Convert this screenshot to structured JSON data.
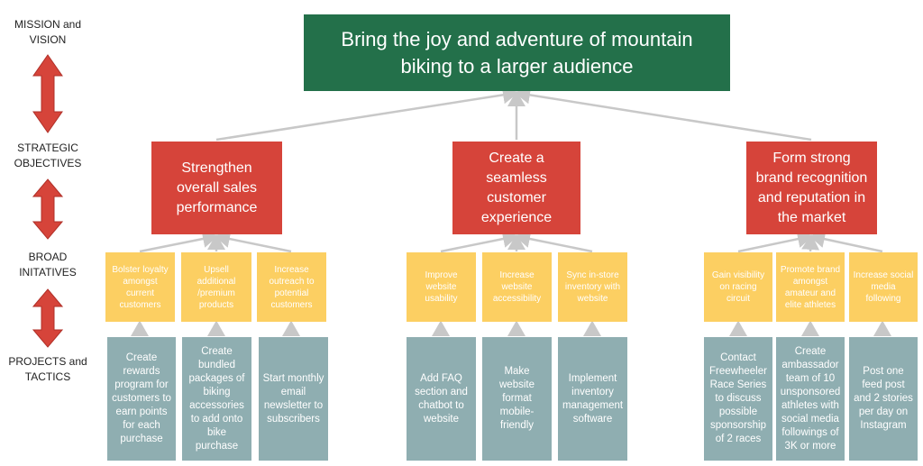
{
  "levels": {
    "mission": "MISSION and VISION",
    "objectives": "STRATEGIC OBJECTIVES",
    "initiatives": "BROAD INITATIVES",
    "projects": "PROJECTS and TACTICS"
  },
  "mission": "Bring the joy and adventure of mountain biking to a larger audience",
  "objectives": [
    "Strengthen overall sales performance",
    "Create a seamless customer experience",
    "Form strong brand recognition and reputation in the market"
  ],
  "initiatives": [
    "Bolster loyalty amongst current customers",
    "Upsell additional /premium products",
    "Increase outreach to potential customers",
    "Improve website usability",
    "Increase website accessibility",
    "Sync in-store inventory with website",
    "Gain visibility on racing circuit",
    "Promote brand amongst amateur and elite athletes",
    "Increase social media following"
  ],
  "projects": [
    "Create rewards program for customers to earn points for each purchase",
    "Create bundled packages of biking accessories to add onto bike purchase",
    "Start monthly email newsletter to subscribers",
    "Add FAQ section and chatbot to website",
    "Make website format mobile-friendly",
    "Implement inventory management software",
    "Contact Freewheeler Race Series to discuss possible sponsorship of 2 races",
    "Create ambassador team of 10 unsponsored athletes with social media followings of 3K or more",
    "Post one feed post and 2 stories per day on Instagram"
  ],
  "colors": {
    "mission": "#23704A",
    "objective": "#D6443A",
    "initiative": "#FCCF62",
    "project": "#8FAEB1",
    "connector": "#C8C8C8",
    "level-arrow": "#D6443A"
  }
}
